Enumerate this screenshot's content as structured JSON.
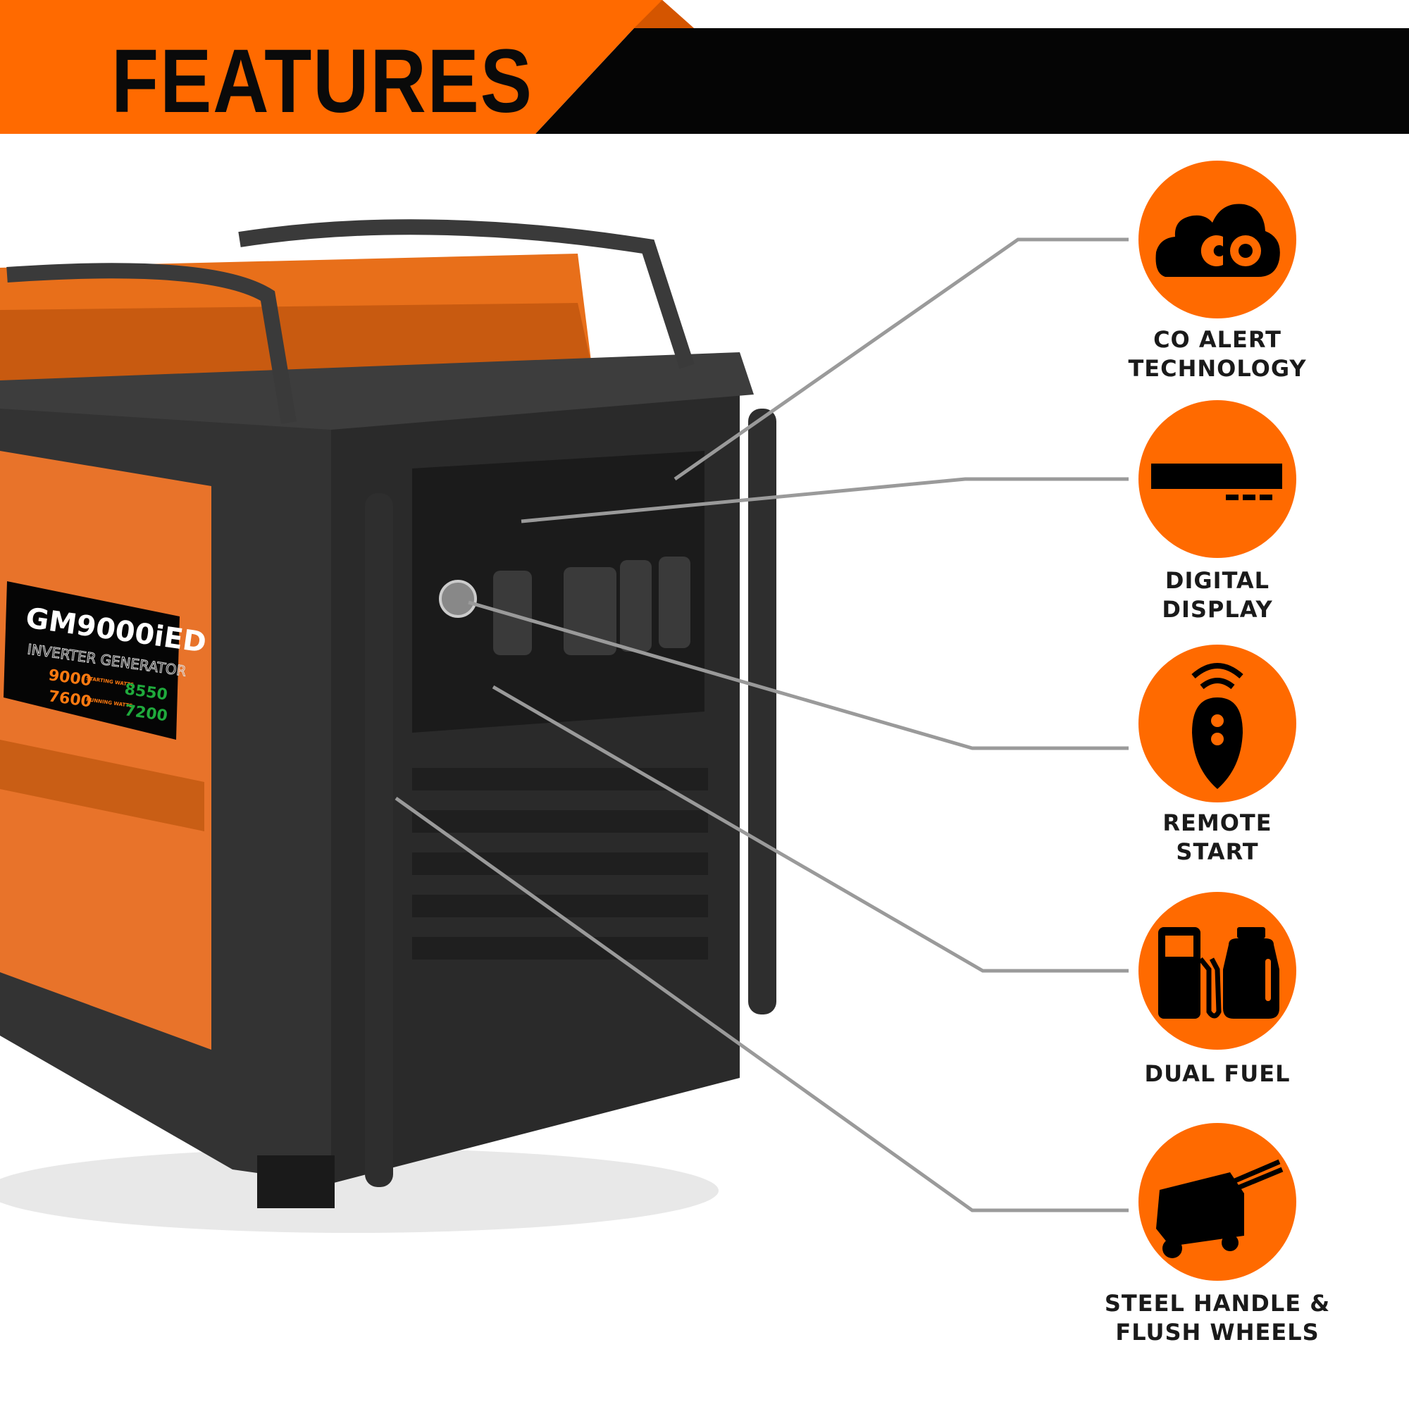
{
  "header": {
    "title": "FEATURES"
  },
  "product_label": {
    "model": "GM9000iED",
    "subtitle": "INVERTER GENERATOR",
    "gasoline": {
      "starting": "9000",
      "running": "7600"
    },
    "propane": {
      "starting": "8550",
      "running": "7200"
    },
    "starting_label": "STARTING WATTS",
    "running_label": "RUNNING WATTS"
  },
  "features": [
    {
      "icon": "co-cloud-icon",
      "line1": "CO ALERT",
      "line2": "TECHNOLOGY"
    },
    {
      "icon": "digital-display-icon",
      "line1": "DIGITAL",
      "line2": "DISPLAY"
    },
    {
      "icon": "remote-start-icon",
      "line1": "REMOTE",
      "line2": "START"
    },
    {
      "icon": "dual-fuel-icon",
      "line1": "DUAL FUEL",
      "line2": ""
    },
    {
      "icon": "generator-wheels-icon",
      "line1": "STEEL HANDLE &",
      "line2": "FLUSH WHEELS"
    }
  ],
  "colors": {
    "accent": "#ff6a00",
    "dark": "#0a0a0a",
    "leader_line": "#9a9a9a",
    "propane_green": "#1faa3c"
  }
}
